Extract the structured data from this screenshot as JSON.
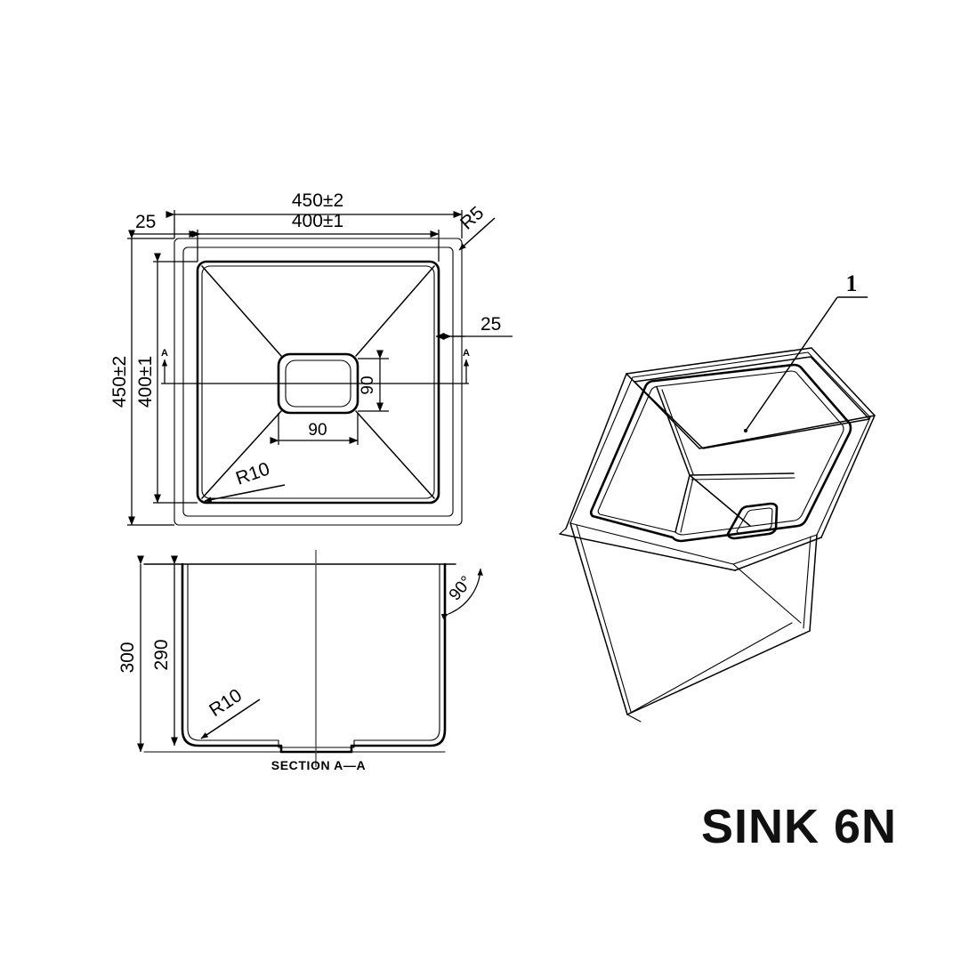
{
  "sheet": {
    "background_color": "#ffffff",
    "line_color": "#000000",
    "title": "SINK 6N"
  },
  "plan_view": {
    "name": "top-plan-view",
    "dimensions": {
      "overall_width": "450±2",
      "inner_width": "400±1",
      "overall_height": "450±2",
      "inner_height": "400±1",
      "rim_left": "25",
      "rim_right": "25",
      "corner_radius_outer": "R5",
      "corner_radius_inner": "R10",
      "drain_width": "90",
      "drain_height": "90"
    },
    "section_marks": {
      "left": "A",
      "right": "A"
    }
  },
  "section_view": {
    "name": "section-a-a-view",
    "label": "SECTION A—A",
    "dimensions": {
      "overall_depth": "300",
      "inner_depth": "290",
      "bottom_radius": "R10",
      "wall_angle": "90°"
    }
  },
  "iso_view": {
    "name": "isometric-view",
    "callout": "1"
  }
}
